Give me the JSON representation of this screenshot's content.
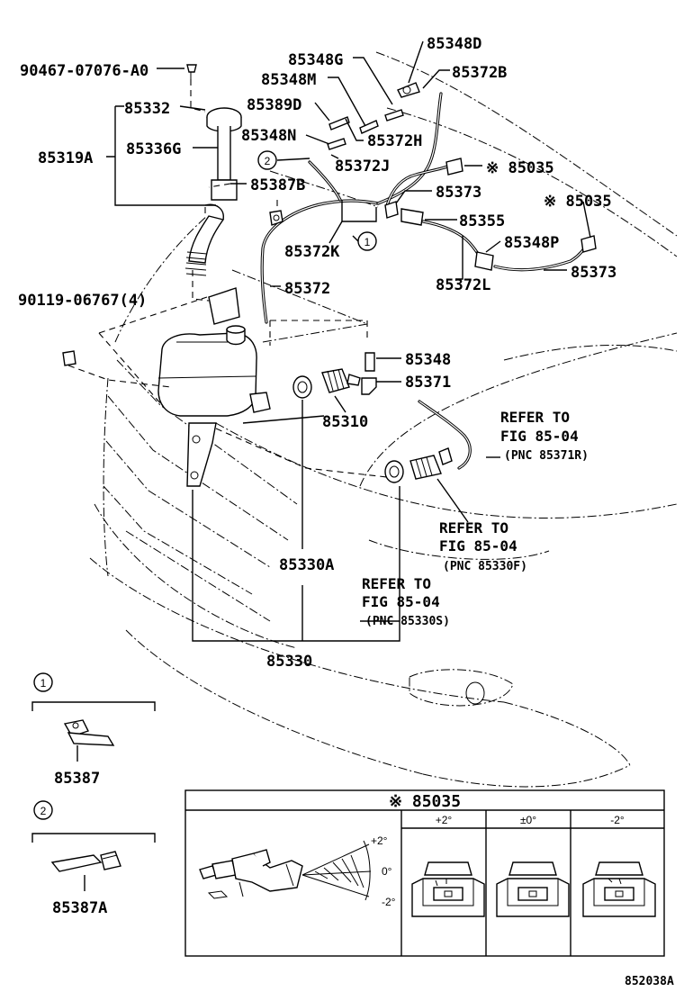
{
  "labels": {
    "p90467": "90467-07076-A0",
    "p85332": "85332",
    "p85319A": "85319A",
    "p85336G": "85336G",
    "p85348G": "85348G",
    "p85348M": "85348M",
    "p85389D": "85389D",
    "p85348N": "85348N",
    "p85387B": "85387B",
    "p85348D": "85348D",
    "p85372B": "85372B",
    "p85372H": "85372H",
    "p85372J": "85372J",
    "p85035a": "※ 85035",
    "p85373a": "85373",
    "p85035b": "※ 85035",
    "p85355": "85355",
    "p85348P": "85348P",
    "p85372K": "85372K",
    "p85372L": "85372L",
    "p85373b": "85373",
    "p90119": "90119-06767(4)",
    "p85372": "85372",
    "p85348": "85348",
    "p85371": "85371",
    "p85310": "85310",
    "p85330A": "85330A",
    "p85330": "85330",
    "p85387": "85387",
    "p85387A": "85387A"
  },
  "circles": {
    "c1": "1",
    "c2": "2"
  },
  "refs": {
    "r1_a": "REFER TO",
    "r1_b": "FIG 85-04",
    "r1_c": "(PNC 85371R)",
    "r2_a": "REFER TO",
    "r2_b": "FIG 85-04",
    "r2_c": "(PNC 85330F)",
    "r3_a": "REFER TO",
    "r3_b": "FIG 85-04",
    "r3_c": "(PNC 85330S)"
  },
  "table": {
    "title": "※ 85035",
    "columns": [
      "+2°",
      "±0°",
      "-2°"
    ],
    "angle_labels": [
      "+2°",
      "0°",
      "-2°"
    ]
  },
  "figure_code": "852038A"
}
